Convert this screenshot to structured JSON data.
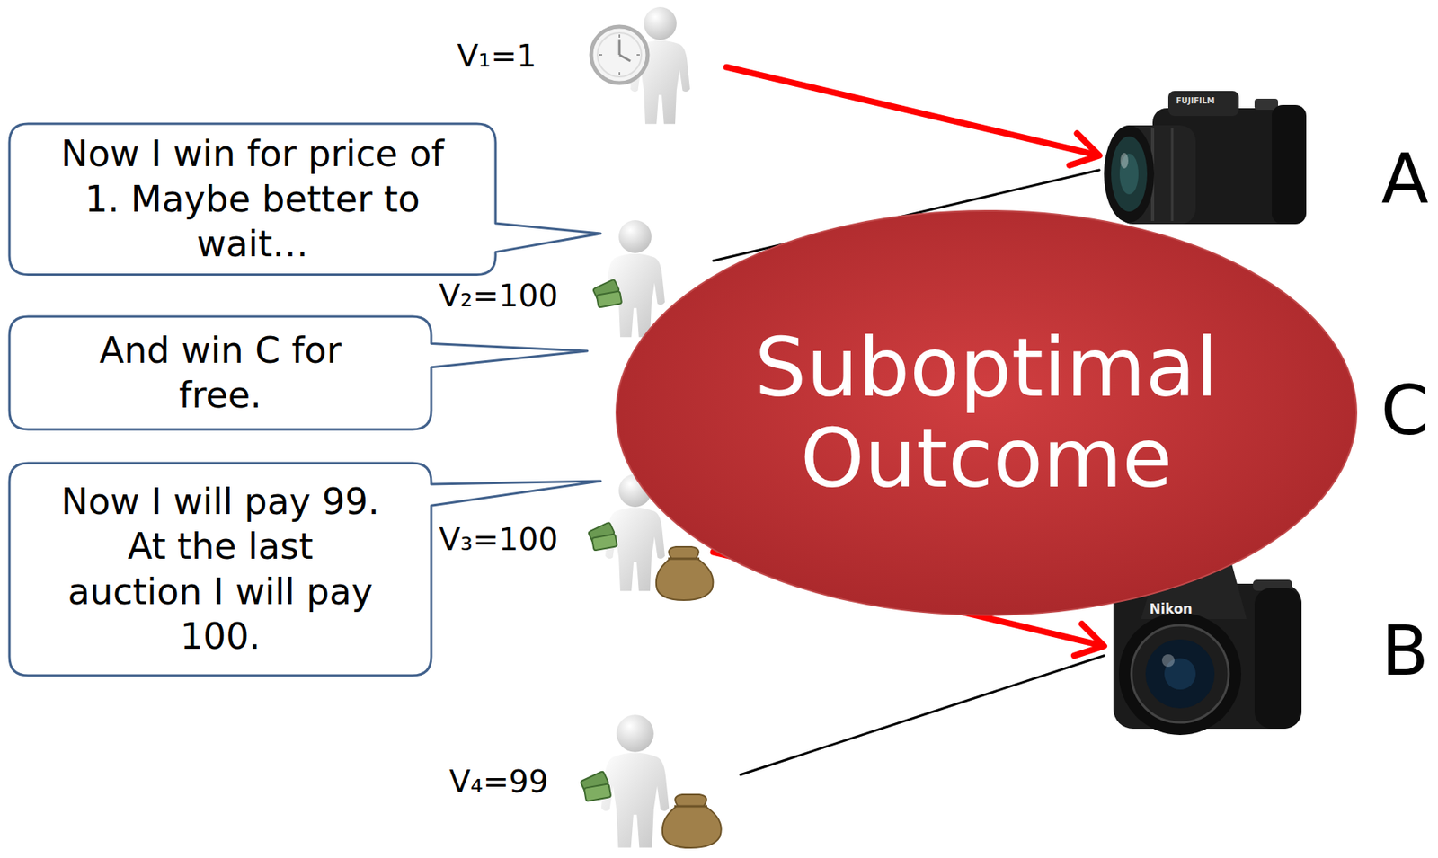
{
  "diagram": {
    "nodes": [
      {
        "text": [
          "V₁=1"
        ]
      },
      {
        "text": [
          "A"
        ]
      },
      {
        "text": [
          "Now I win for price of 1. Maybe better to wait…"
        ]
      },
      {
        "text": [
          "V₂=100"
        ]
      },
      {
        "text": [
          "And win C for free."
        ]
      },
      {
        "text": [
          "Suboptimal Outcome"
        ]
      },
      {
        "text": [
          "Now I will pay 99. At the last auction I will pay 100."
        ]
      },
      {
        "text": [
          "V₃=100"
        ]
      },
      {
        "text": [
          "B"
        ]
      },
      {
        "text": [
          "V₄=99"
        ]
      }
    ],
    "edges": [
      {
        "from": 0,
        "to": 1,
        "arrow": "to"
      },
      {
        "from": 3,
        "to": 1,
        "arrow": "none"
      },
      {
        "from": 7,
        "to": 8,
        "arrow": "to"
      },
      {
        "from": 9,
        "to": 8,
        "arrow": "none"
      }
    ],
    "labels": [
      "FUJIFILM",
      "C",
      "Nikon"
    ]
  }
}
